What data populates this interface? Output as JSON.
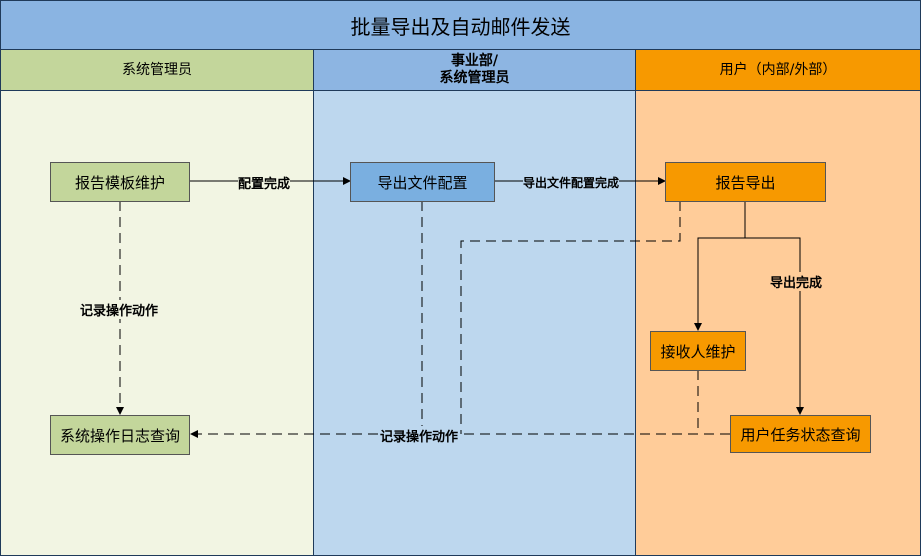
{
  "title": "批量导出及自动邮件发送",
  "lanes": {
    "admin": "系统管理员",
    "dept_line1": "事业部/",
    "dept_line2": "系统管理员",
    "user": "用户（内部/外部）"
  },
  "nodes": {
    "report_template": "报告模板维护",
    "export_config": "导出文件配置",
    "report_export": "报告导出",
    "receiver_maint": "接收人维护",
    "op_log_query": "系统操作日志查询",
    "task_status_query": "用户任务状态查询"
  },
  "edge_labels": {
    "config_done": "配置完成",
    "export_config_done": "导出文件配置完成",
    "log_action_left": "记录操作动作",
    "export_done": "导出完成",
    "log_action_bottom": "记录操作动作"
  },
  "colors": {
    "title_bg": "#8ab4e2",
    "admin_head": "#c3d69b",
    "admin_body": "#f2f5e3",
    "dept_head": "#8db5e2",
    "dept_body": "#bdd7ee",
    "user_head": "#f79900",
    "user_body": "#ffcc99",
    "admin_node": "#c3d69b",
    "dept_node": "#7aafe0",
    "user_node": "#f79900"
  }
}
